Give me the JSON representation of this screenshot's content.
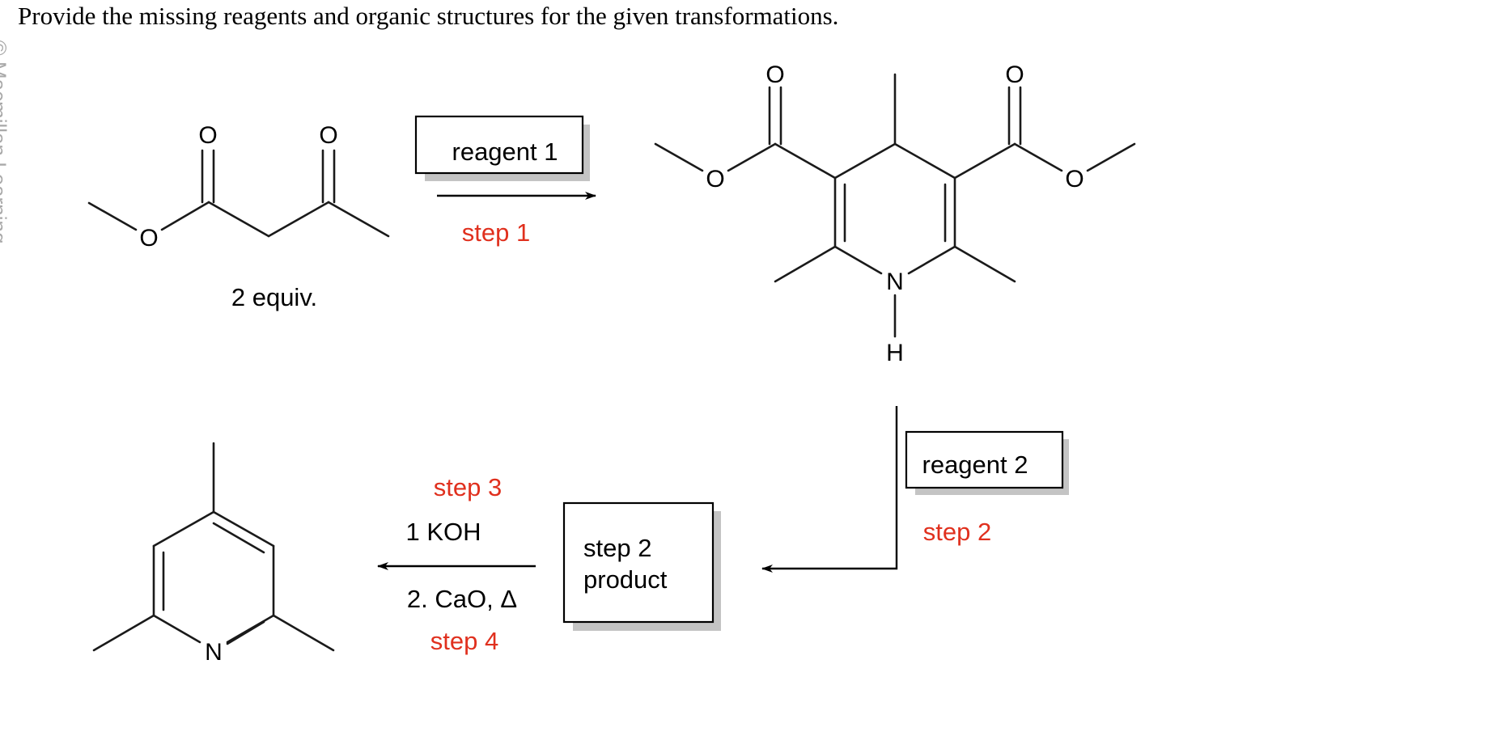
{
  "question": {
    "text": "Provide the missing reagents and organic structures for the given transformations."
  },
  "watermark": {
    "text": "© Macmillan Learning"
  },
  "colors": {
    "step_label": "#e0301e",
    "ink": "#000000",
    "box_shadow": "#c4c4c4"
  },
  "starting_material": {
    "atoms": {
      "O1": "O",
      "O2": "O",
      "O3": "O"
    },
    "equiv_label": "2 equiv."
  },
  "step1": {
    "reagent_box": "reagent 1",
    "step_label": "step 1"
  },
  "dihydropyridine": {
    "atoms": {
      "O1": "O",
      "O2": "O",
      "O3": "O",
      "O4": "O",
      "N": "N",
      "H": "H"
    }
  },
  "step2": {
    "reagent_box": "reagent 2",
    "step_label": "step 2",
    "product_box_line1": "step 2",
    "product_box_line2": "product"
  },
  "steps34": {
    "step3_label": "step 3",
    "reagent_line1": "1 KOH",
    "reagent_line2": "2. CaO, Δ",
    "step4_label": "step 4"
  },
  "final_product": {
    "atoms": {
      "N": "N"
    }
  }
}
